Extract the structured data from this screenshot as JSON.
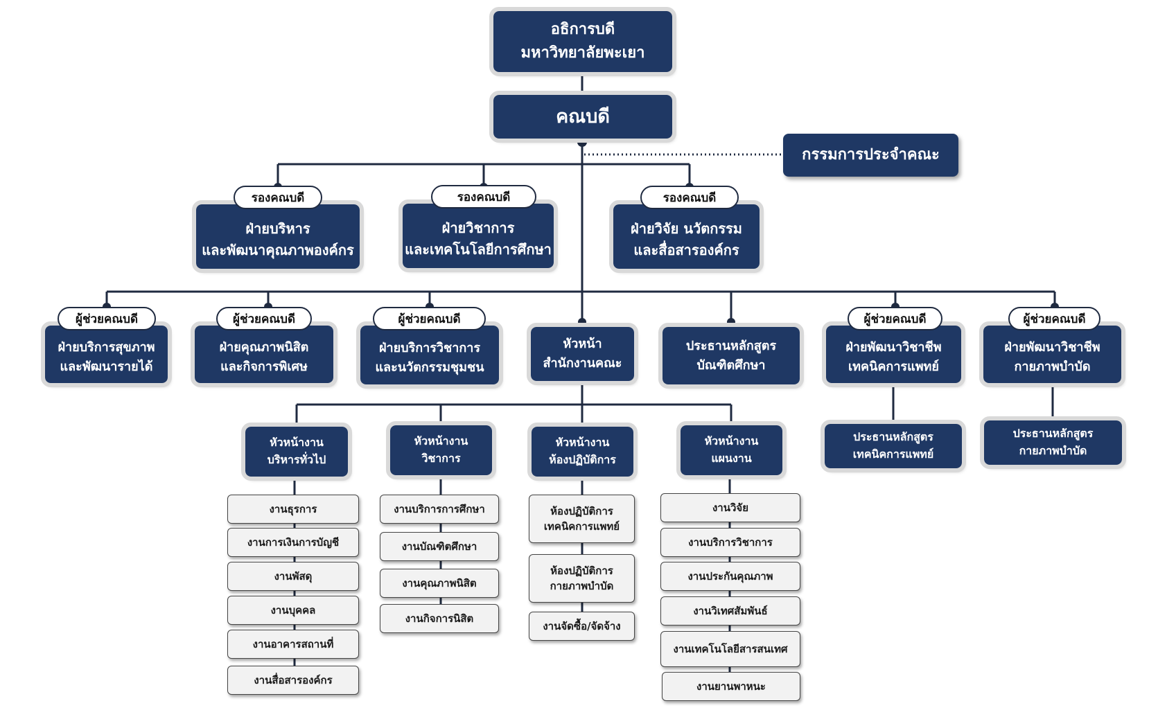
{
  "top": {
    "title": [
      "อธิการบดี",
      "มหาวิทยาลัยพะเยา"
    ]
  },
  "dean": {
    "title": "คณบดี"
  },
  "committee": {
    "title": "กรรมการประจำคณะ"
  },
  "vice_deans": [
    {
      "tag": "รองคณบดี",
      "lines": [
        "ฝ่ายบริหาร",
        "และพัฒนาคุณภาพองค์กร"
      ]
    },
    {
      "tag": "รองคณบดี",
      "lines": [
        "ฝ่ายวิชาการ",
        "และเทคโนโลยีการศึกษา"
      ]
    },
    {
      "tag": "รองคณบดี",
      "lines": [
        "ฝ่ายวิจัย นวัตกรรม",
        "และสื่อสารองค์กร"
      ]
    }
  ],
  "row3": [
    {
      "tag": "ผู้ช่วยคณบดี",
      "lines": [
        "ฝ่ายบริการสุขภาพ",
        "และพัฒนารายได้"
      ]
    },
    {
      "tag": "ผู้ช่วยคณบดี",
      "lines": [
        "ฝ่ายคุณภาพนิสิต",
        "และกิจการพิเศษ"
      ]
    },
    {
      "tag": "ผู้ช่วยคณบดี",
      "lines": [
        "ฝ่ายบริการวิชาการ",
        "และนวัตกรรมชุมชน"
      ]
    },
    {
      "tag": "",
      "lines": [
        "หัวหน้า",
        "สำนักงานคณะ"
      ]
    },
    {
      "tag": "",
      "lines": [
        "ประธานหลักสูตร",
        "บัณฑิตศึกษา"
      ]
    },
    {
      "tag": "ผู้ช่วยคณบดี",
      "lines": [
        "ฝ่ายพัฒนาวิชาชีพ",
        "เทคนิคการแพทย์"
      ]
    },
    {
      "tag": "ผู้ช่วยคณบดี",
      "lines": [
        "ฝ่ายพัฒนาวิชาชีพ",
        "กายภาพบำบัด"
      ]
    }
  ],
  "program_chairs": [
    {
      "lines": [
        "ประธานหลักสูตร",
        "เทคนิคการแพทย์"
      ]
    },
    {
      "lines": [
        "ประธานหลักสูตร",
        "กายภาพบำบัด"
      ]
    }
  ],
  "units": [
    {
      "lines": [
        "หัวหน้างาน",
        "บริหารทั่วไป"
      ],
      "tasks": [
        "งานธุรการ",
        "งานการเงินการบัญชี",
        "งานพัสดุ",
        "งานบุคคล",
        "งานอาคารสถานที่",
        "งานสื่อสารองค์กร"
      ]
    },
    {
      "lines": [
        "หัวหน้างาน",
        "วิชาการ"
      ],
      "tasks": [
        "งานบริการการศึกษา",
        "งานบัณฑิตศึกษา",
        "งานคุณภาพนิสิต",
        "งานกิจการนิสิต"
      ]
    },
    {
      "lines": [
        "หัวหน้างาน",
        "ห้องปฏิบัติการ"
      ],
      "tasks": [
        "ห้องปฏิบัติการ|เทคนิคการแพทย์",
        "ห้องปฏิบัติการ|กายภาพบำบัด",
        "งานจัดซื้อ/จัดจ้าง"
      ]
    },
    {
      "lines": [
        "หัวหน้างาน",
        "แผนงาน"
      ],
      "tasks": [
        "งานวิจัย",
        "งานบริการวิชาการ",
        "งานประกันคุณภาพ",
        "งานวิเทศสัมพันธ์",
        "งานเทคโนโลยีสารสนเทศ",
        "งานยานพาหนะ"
      ]
    }
  ],
  "colors": {
    "box": "#1f3864",
    "box_text": "#ffffff",
    "task_bg": "#f2f2f2",
    "line": "#1f2a40"
  }
}
